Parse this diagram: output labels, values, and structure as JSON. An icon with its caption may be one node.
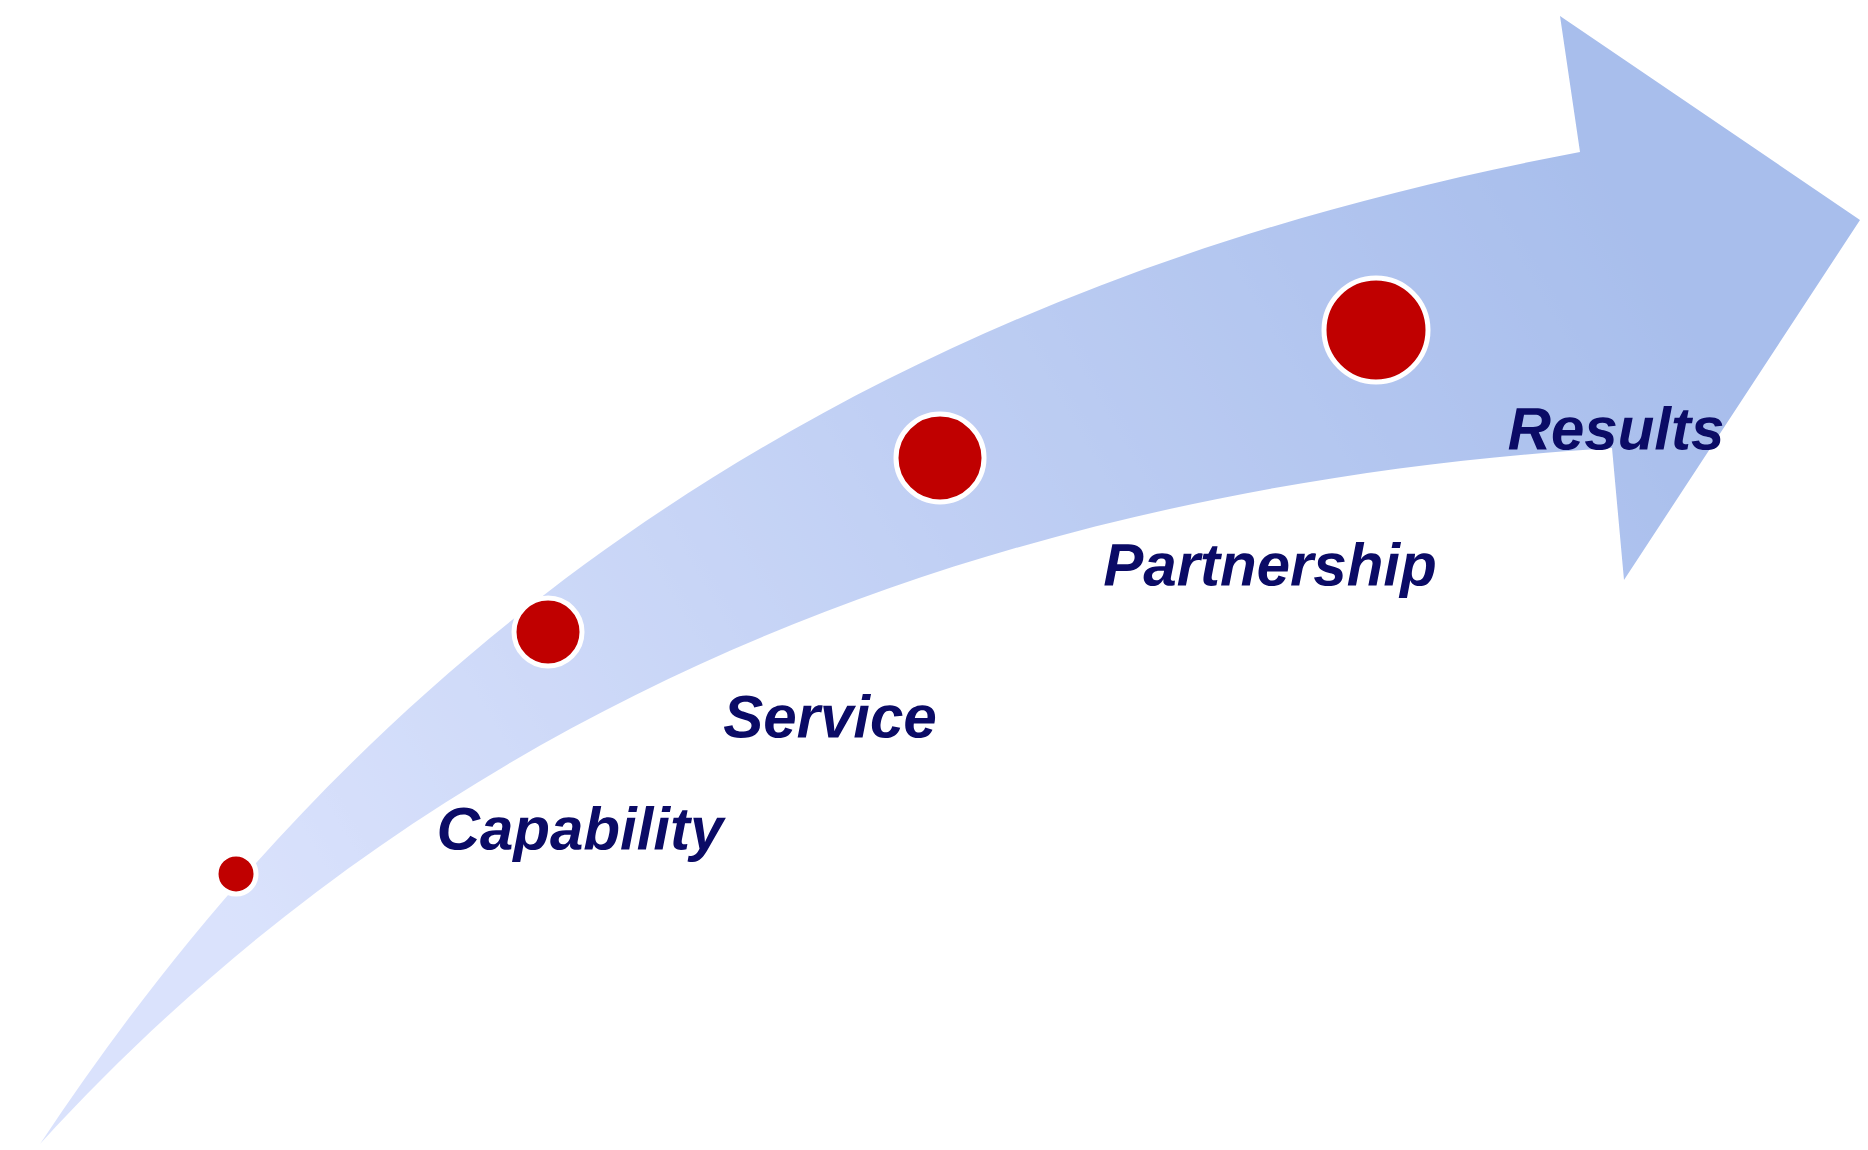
{
  "diagram": {
    "labels": [
      "Capability",
      "Service",
      "Partnership",
      "Results"
    ]
  }
}
